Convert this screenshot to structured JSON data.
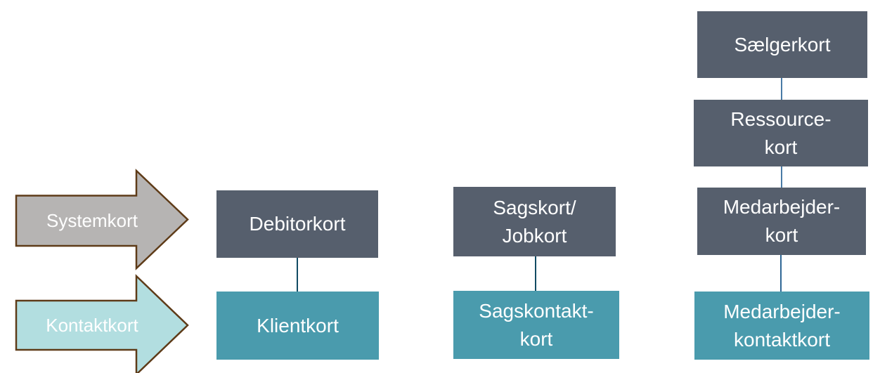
{
  "canvas": {
    "background": "#ffffff"
  },
  "arrows": {
    "systemkort": {
      "label": "Systemkort"
    },
    "kontaktkort": {
      "label": "Kontaktkort"
    }
  },
  "boxes": {
    "debitorkort": {
      "lines": [
        "Debitorkort"
      ],
      "category": "system"
    },
    "klientkort": {
      "lines": [
        "Klientkort"
      ],
      "category": "kontakt"
    },
    "sagskort": {
      "lines": [
        "Sagskort/",
        "Jobkort"
      ],
      "category": "system"
    },
    "sagskontaktkort": {
      "lines": [
        "Sagskontakt-",
        "kort"
      ],
      "category": "kontakt"
    },
    "saelgerkort": {
      "lines": [
        "Sælgerkort"
      ],
      "category": "system"
    },
    "ressourcekort": {
      "lines": [
        "Ressource-",
        "kort"
      ],
      "category": "system"
    },
    "medarbejderkort": {
      "lines": [
        "Medarbejder-",
        "kort"
      ],
      "category": "system"
    },
    "medarbejderkontaktkort": {
      "lines": [
        "Medarbejder-",
        "kontaktkort"
      ],
      "category": "kontakt"
    }
  },
  "colors": {
    "system_box": "#565F6D",
    "kontakt_box": "#4A9BAD",
    "arrow_system_fill": "#B6B4B3",
    "arrow_kontakt_fill": "#B2DEE0",
    "arrow_border": "#5E3B18",
    "connector_dark": "#114B63",
    "connector_light": "#4A7BA6",
    "connector_mid": "#2F6795",
    "text": "#FFFFFF"
  }
}
